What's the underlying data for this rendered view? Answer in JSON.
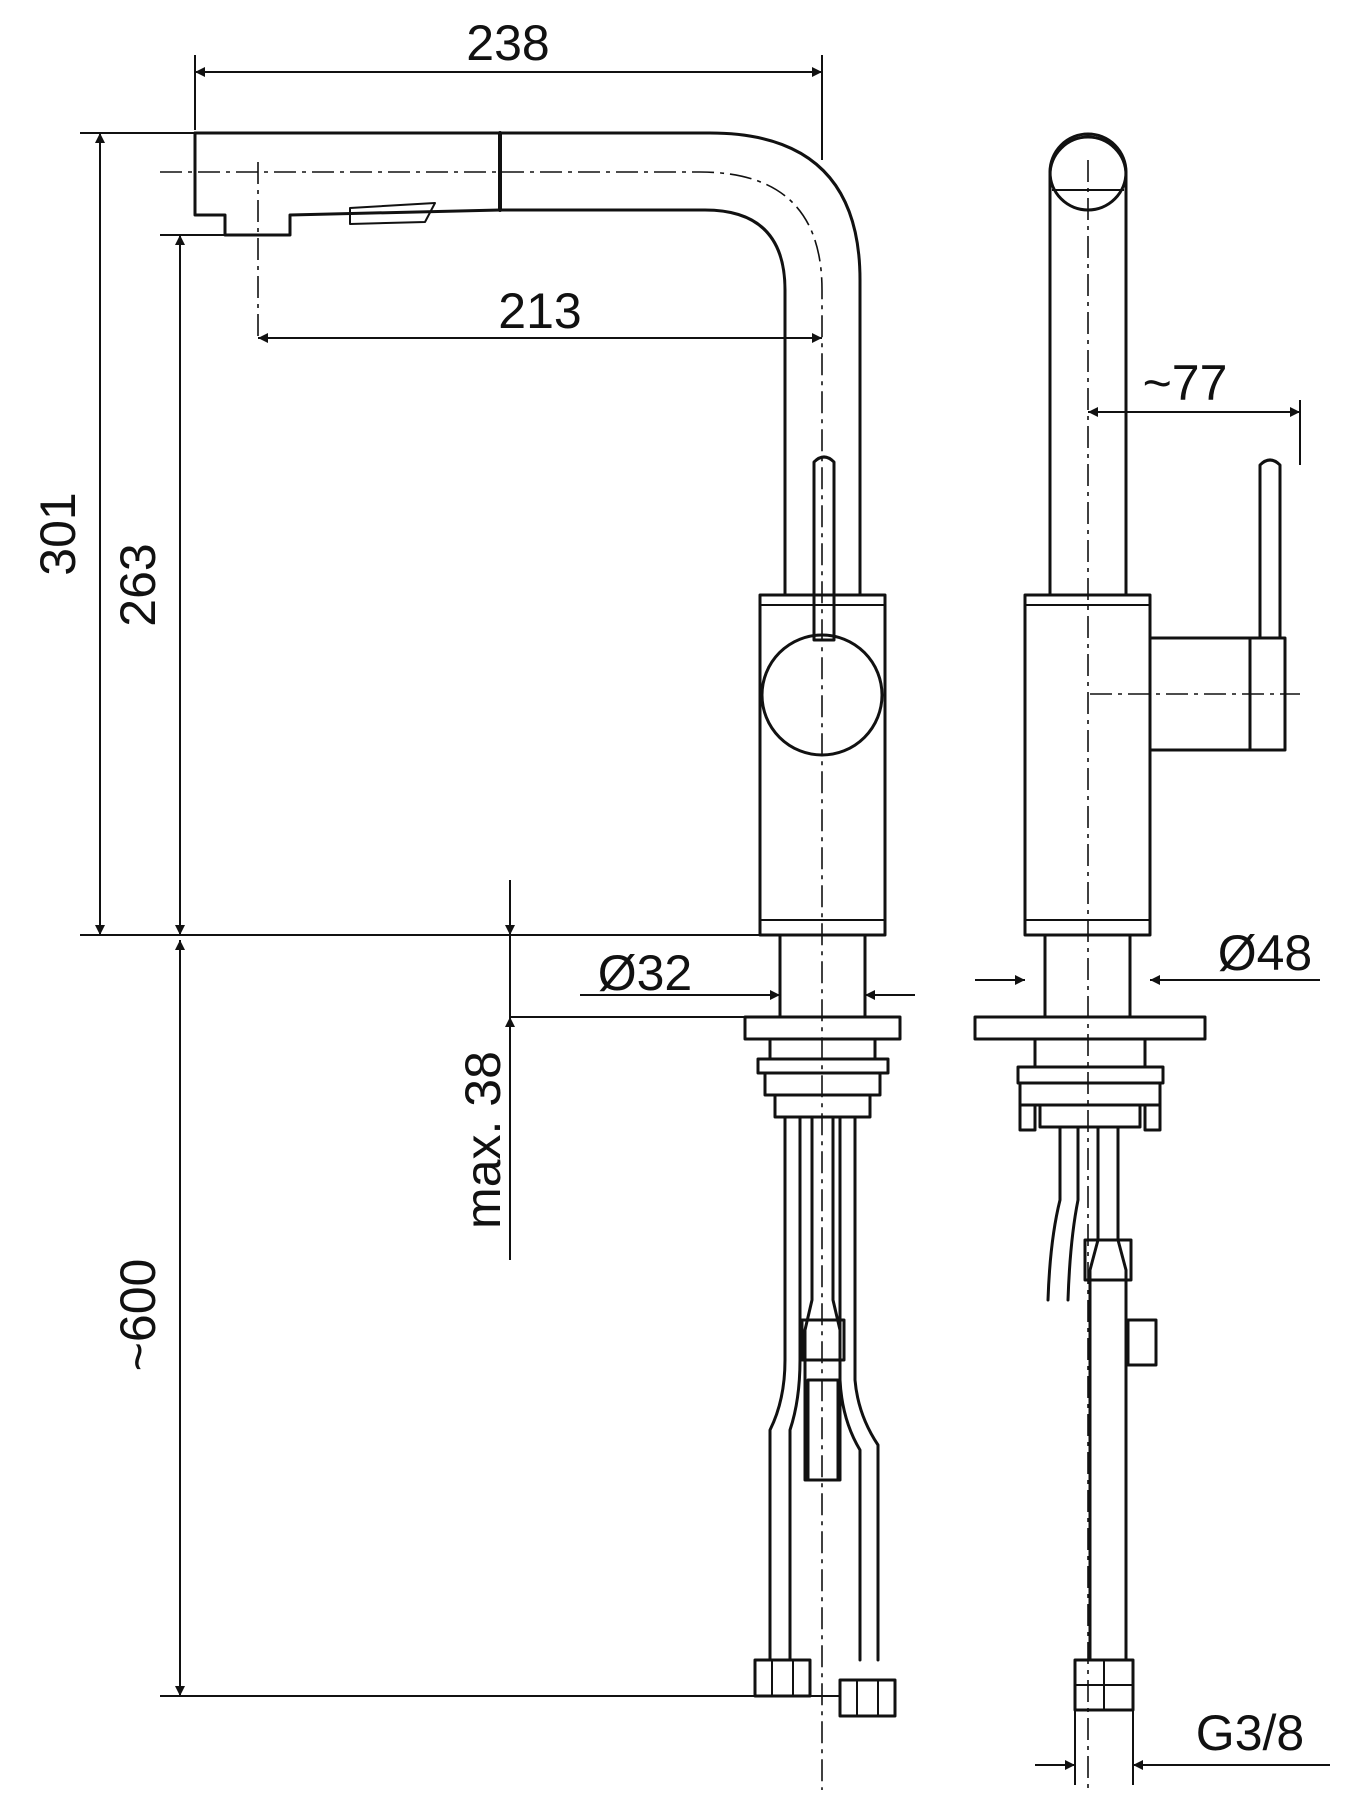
{
  "dimensions": {
    "spout_width": "238",
    "spout_reach": "213",
    "total_height": "301",
    "spout_height": "263",
    "hose_length": "~600",
    "max_counter": "max. 38",
    "mount_diameter": "Ø32",
    "body_diameter": "Ø48",
    "handle_offset": "~77",
    "connector_thread": "G3/8"
  },
  "colors": {
    "line": "#111111",
    "background": "#ffffff"
  }
}
